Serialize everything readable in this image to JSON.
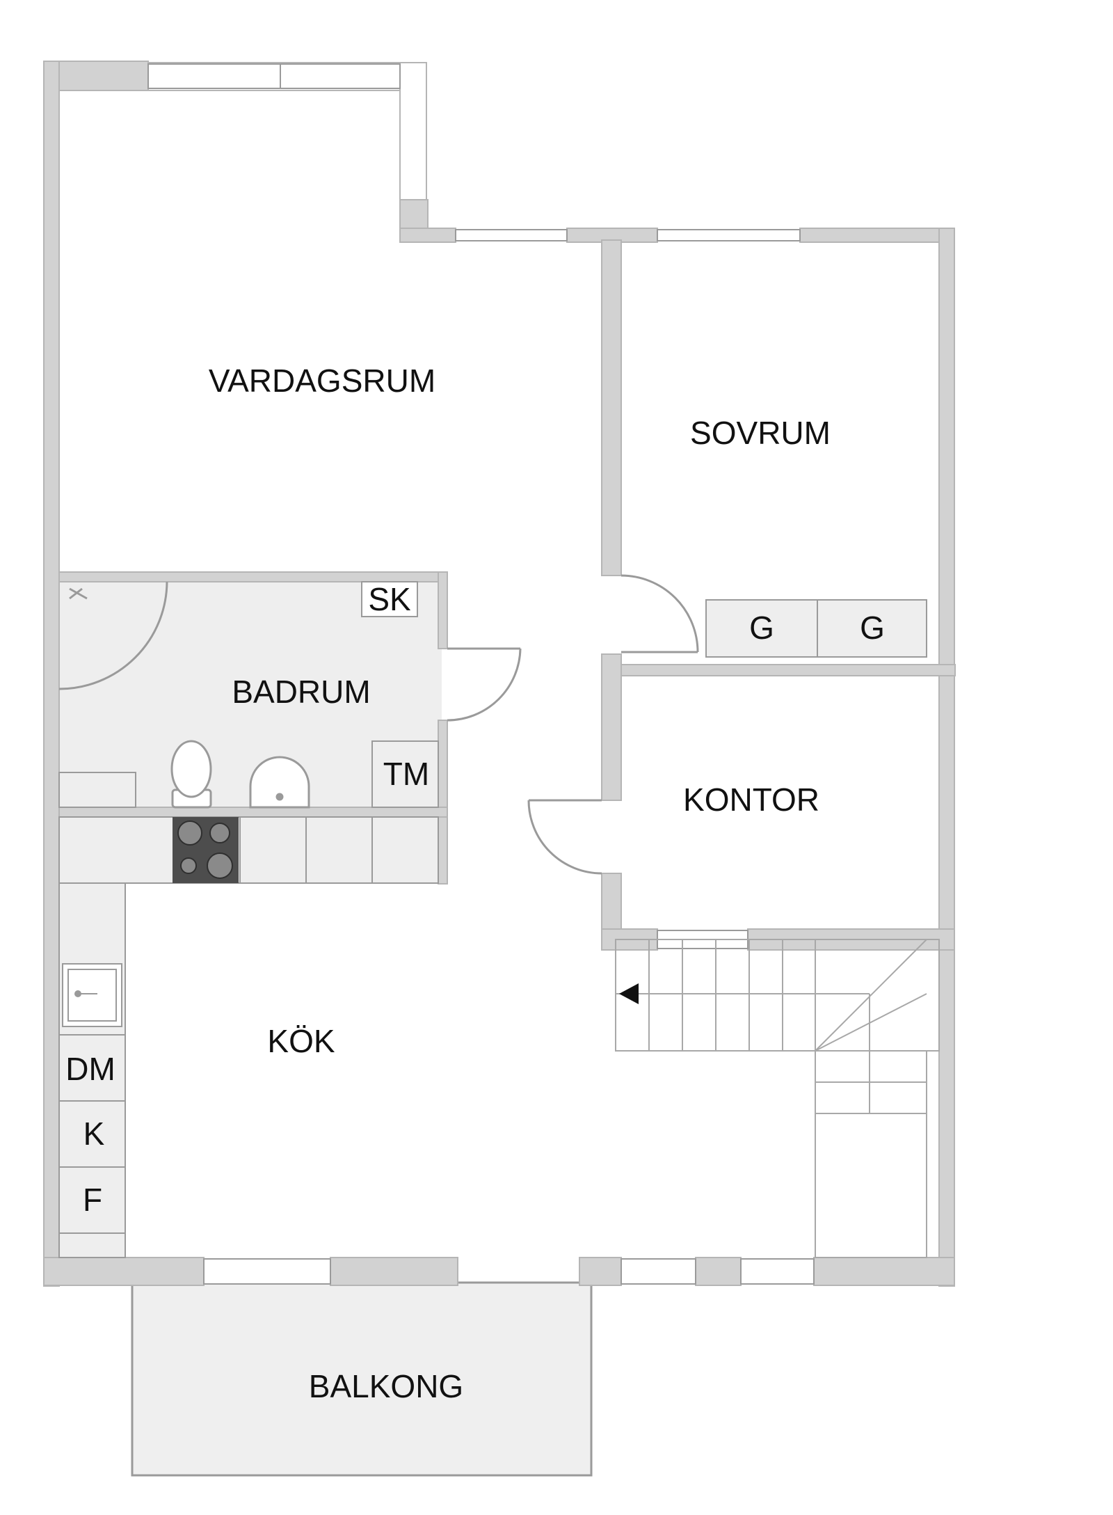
{
  "colors": {
    "wall": "#d2d2d2",
    "wall_edge": "#b5b5b5",
    "wet_floor": "#eeeeee",
    "balcony_floor": "#efefef",
    "line": "#9a9a9a",
    "stove": "#4d4d4d",
    "text": "#111111"
  },
  "rooms": {
    "living_room": "VARDAGSRUM",
    "bedroom": "SOVRUM",
    "bathroom": "BADRUM",
    "office": "KONTOR",
    "kitchen": "KÖK",
    "balcony": "BALKONG"
  },
  "fixtures": {
    "cabinet": "SK",
    "washing_machine": "TM",
    "wardrobe_1": "G",
    "wardrobe_2": "G",
    "dishwasher": "DM",
    "fridge": "K",
    "freezer": "F"
  },
  "icons": {
    "stairs": "stairs-icon",
    "stair_direction": "arrow-left-icon",
    "stove": "stove-icon",
    "sink": "sink-icon",
    "toilet": "toilet-icon",
    "shower": "shower-icon"
  }
}
